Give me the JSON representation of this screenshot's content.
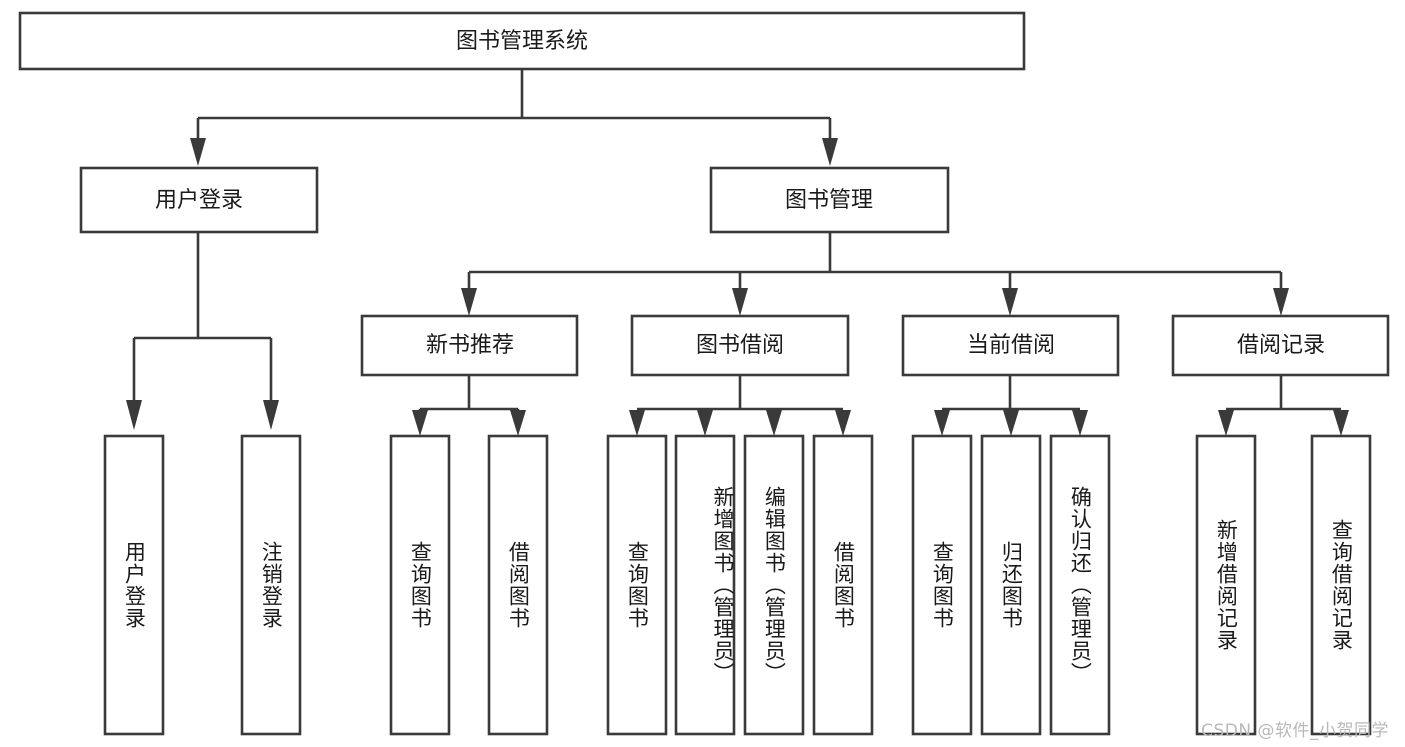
{
  "diagram": {
    "title": "图书管理系统",
    "type": "tree",
    "root": {
      "label": "图书管理系统",
      "children": [
        {
          "label": "用户登录",
          "children": [
            {
              "label": "用户登录",
              "orientation": "vertical"
            },
            {
              "label": "注销登录",
              "orientation": "vertical"
            }
          ]
        },
        {
          "label": "图书管理",
          "children": [
            {
              "label": "新书推荐",
              "children": [
                {
                  "label": "查询图书",
                  "orientation": "vertical"
                },
                {
                  "label": "借阅图书",
                  "orientation": "vertical"
                }
              ]
            },
            {
              "label": "图书借阅",
              "children": [
                {
                  "label": "查询图书",
                  "orientation": "vertical"
                },
                {
                  "label": "新增图书（管理员）",
                  "orientation": "vertical"
                },
                {
                  "label": "编辑图书（管理员）",
                  "orientation": "vertical"
                },
                {
                  "label": "借阅图书",
                  "orientation": "vertical"
                }
              ]
            },
            {
              "label": "当前借阅",
              "children": [
                {
                  "label": "查询图书",
                  "orientation": "vertical"
                },
                {
                  "label": "归还图书",
                  "orientation": "vertical"
                },
                {
                  "label": "确认归还（管理员）",
                  "orientation": "vertical"
                }
              ]
            },
            {
              "label": "借阅记录",
              "children": [
                {
                  "label": "新增借阅记录",
                  "orientation": "vertical"
                },
                {
                  "label": "查询借阅记录",
                  "orientation": "vertical"
                }
              ]
            }
          ]
        }
      ]
    },
    "nodes": {
      "root": "图书管理系统",
      "l2_user_login": "用户登录",
      "l2_book_mgmt": "图书管理",
      "l3_new_book": "新书推荐",
      "l3_borrow": "图书借阅",
      "l3_current": "当前借阅",
      "l3_record": "借阅记录",
      "leaf_user_login": "用户登录",
      "leaf_logout": "注销登录",
      "leaf_query_book_1": "查询图书",
      "leaf_borrow_book_1": "借阅图书",
      "leaf_query_book_2": "查询图书",
      "leaf_add_book": "新增图书（管理员）",
      "leaf_edit_book": "编辑图书（管理员）",
      "leaf_borrow_book_2": "借阅图书",
      "leaf_query_book_3": "查询图书",
      "leaf_return_book": "归还图书",
      "leaf_confirm_return": "确认归还（管理员）",
      "leaf_add_record": "新增借阅记录",
      "leaf_query_record": "查询借阅记录"
    },
    "colors": {
      "stroke": "#3a3a3a",
      "fill": "#ffffff",
      "text": "#1a1a1a",
      "watermark": "#b9b9b9"
    }
  },
  "watermark": {
    "text": "CSDN @软件_小贺同学"
  }
}
